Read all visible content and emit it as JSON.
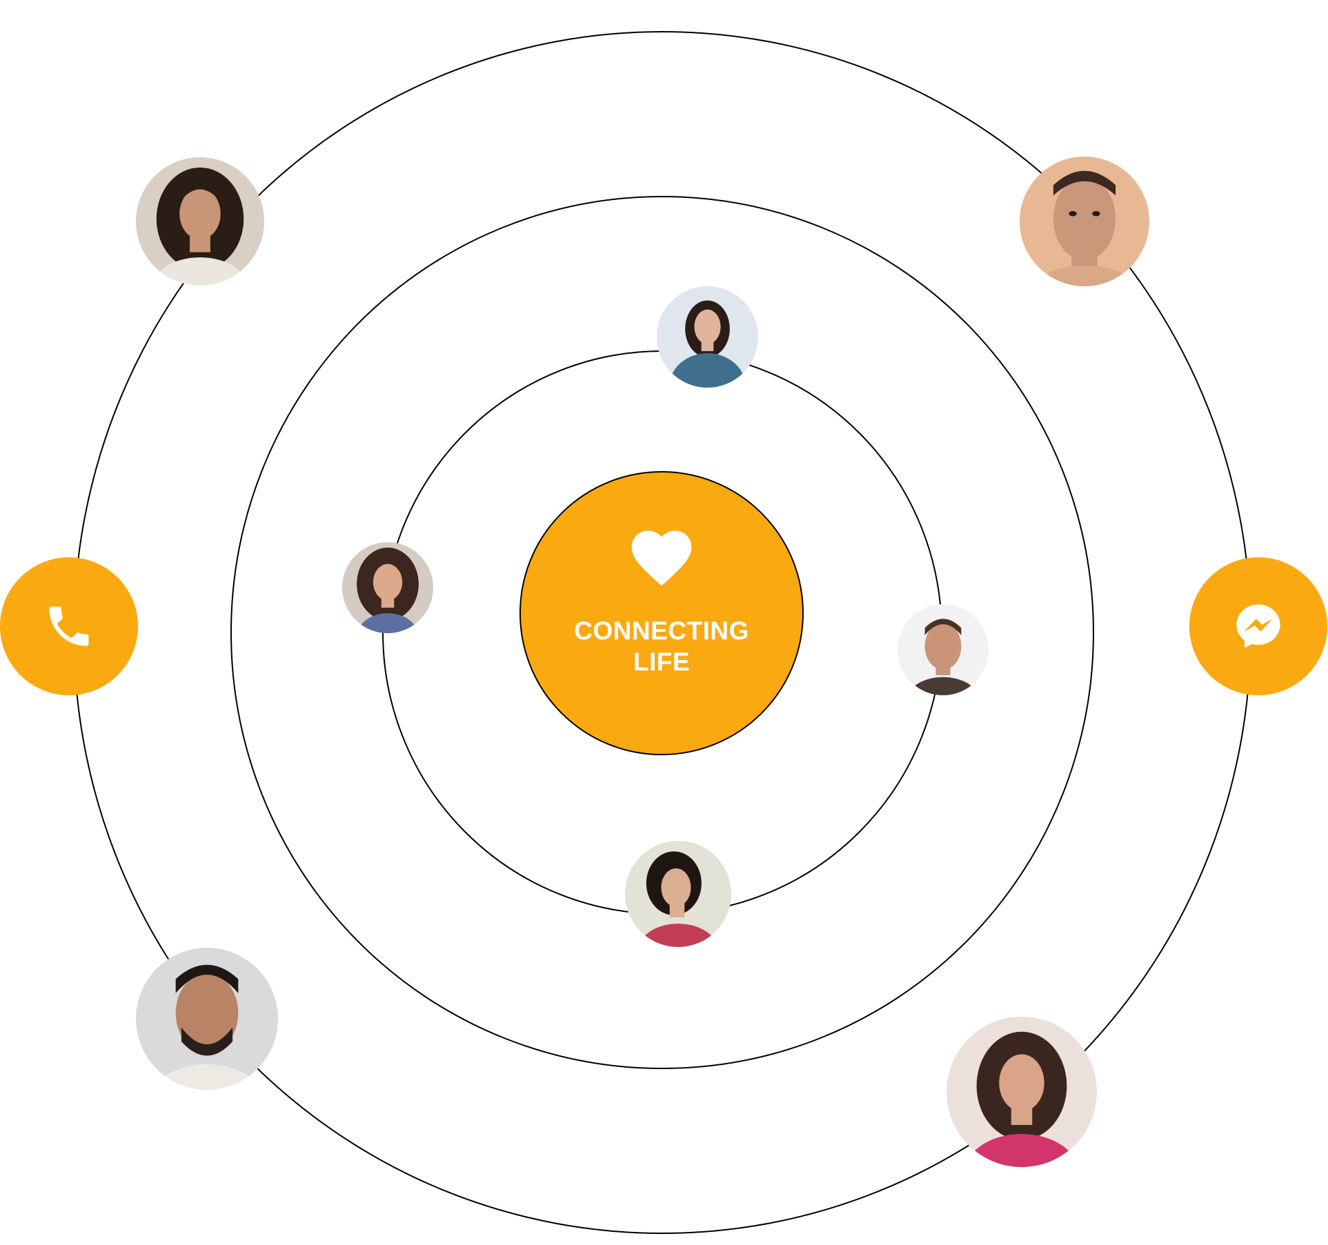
{
  "center": {
    "line1": "CONNECTING",
    "line2": "LIFE",
    "icon": "heart-icon"
  },
  "actions": {
    "call": {
      "icon": "phone-icon"
    },
    "messenger": {
      "icon": "messenger-icon"
    }
  },
  "colors": {
    "accent": "#FBA911",
    "ring": "#000000",
    "background": "#FFFFFF",
    "hub_text": "#FFFFFF"
  },
  "profiles": [
    {
      "name": "profile-woman-top-left"
    },
    {
      "name": "profile-man-top-right"
    },
    {
      "name": "profile-woman-inner-top"
    },
    {
      "name": "profile-woman-inner-left"
    },
    {
      "name": "profile-man-inner-right"
    },
    {
      "name": "profile-woman-inner-bottom"
    },
    {
      "name": "profile-man-bottom-left"
    },
    {
      "name": "profile-woman-bottom-right"
    }
  ]
}
